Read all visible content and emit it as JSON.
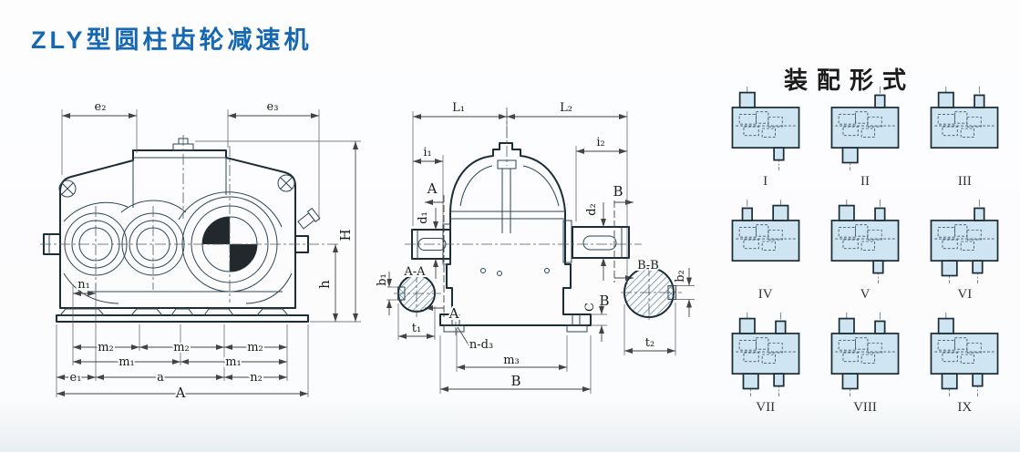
{
  "page": {
    "title": "ZLY型圆柱齿轮减速机"
  },
  "colors": {
    "accent_blue": "#1668b3",
    "drawing_fill": "#cfe5f1",
    "outline": "#1d2d36",
    "dimension": "#444444"
  },
  "left_view": {
    "labels": {
      "e2": "e₂",
      "e3": "e₃",
      "H": "H",
      "h": "h",
      "n1": "n₁",
      "m2": "m₂",
      "m1": "m₁",
      "e1": "e₁",
      "a": "a",
      "n2": "n₂",
      "A": "A"
    }
  },
  "front_view": {
    "labels": {
      "L1": "L₁",
      "L2": "L₂",
      "i1": "i₁",
      "i2": "i₂",
      "d1": "d₁",
      "d2": "d₂",
      "secA": "A",
      "secB": "B",
      "AA": "A-A",
      "BB": "B-B",
      "b1": "b₁",
      "t1": "t₁",
      "b2": "b₂",
      "t2": "t₂",
      "C": "C",
      "nd3": "n-d₃",
      "m3": "m₃",
      "B": "B"
    }
  },
  "assembly": {
    "title": "装配形式",
    "items": [
      {
        "label": "I",
        "shafts": [
          {
            "pos": "tl",
            "size": "wide"
          },
          {
            "pos": "br",
            "size": "narrow"
          }
        ]
      },
      {
        "label": "II",
        "shafts": [
          {
            "pos": "tr",
            "size": "narrow"
          },
          {
            "pos": "bl",
            "size": "wide"
          }
        ]
      },
      {
        "label": "III",
        "shafts": [
          {
            "pos": "tl",
            "size": "wide"
          },
          {
            "pos": "tr",
            "size": "narrow"
          }
        ]
      },
      {
        "label": "IV",
        "shafts": [
          {
            "pos": "tl",
            "size": "narrow"
          },
          {
            "pos": "tr",
            "size": "wide"
          }
        ]
      },
      {
        "label": "V",
        "shafts": [
          {
            "pos": "tl",
            "size": "wide"
          },
          {
            "pos": "tr",
            "size": "narrow"
          },
          {
            "pos": "br",
            "size": "narrow"
          }
        ]
      },
      {
        "label": "VI",
        "shafts": [
          {
            "pos": "tr",
            "size": "narrow"
          },
          {
            "pos": "bl",
            "size": "wide"
          },
          {
            "pos": "br",
            "size": "narrow"
          }
        ]
      },
      {
        "label": "VII",
        "shafts": [
          {
            "pos": "tl",
            "size": "wide"
          },
          {
            "pos": "tr",
            "size": "narrow"
          },
          {
            "pos": "bl",
            "size": "wide"
          },
          {
            "pos": "br",
            "size": "narrow"
          }
        ]
      },
      {
        "label": "VIII",
        "shafts": [
          {
            "pos": "tl",
            "size": "wide"
          },
          {
            "pos": "tr",
            "size": "narrow"
          },
          {
            "pos": "bl",
            "size": "wide"
          }
        ]
      },
      {
        "label": "IX",
        "shafts": [
          {
            "pos": "tl",
            "size": "wide"
          },
          {
            "pos": "bl",
            "size": "wide"
          },
          {
            "pos": "br",
            "size": "narrow"
          }
        ]
      }
    ]
  }
}
